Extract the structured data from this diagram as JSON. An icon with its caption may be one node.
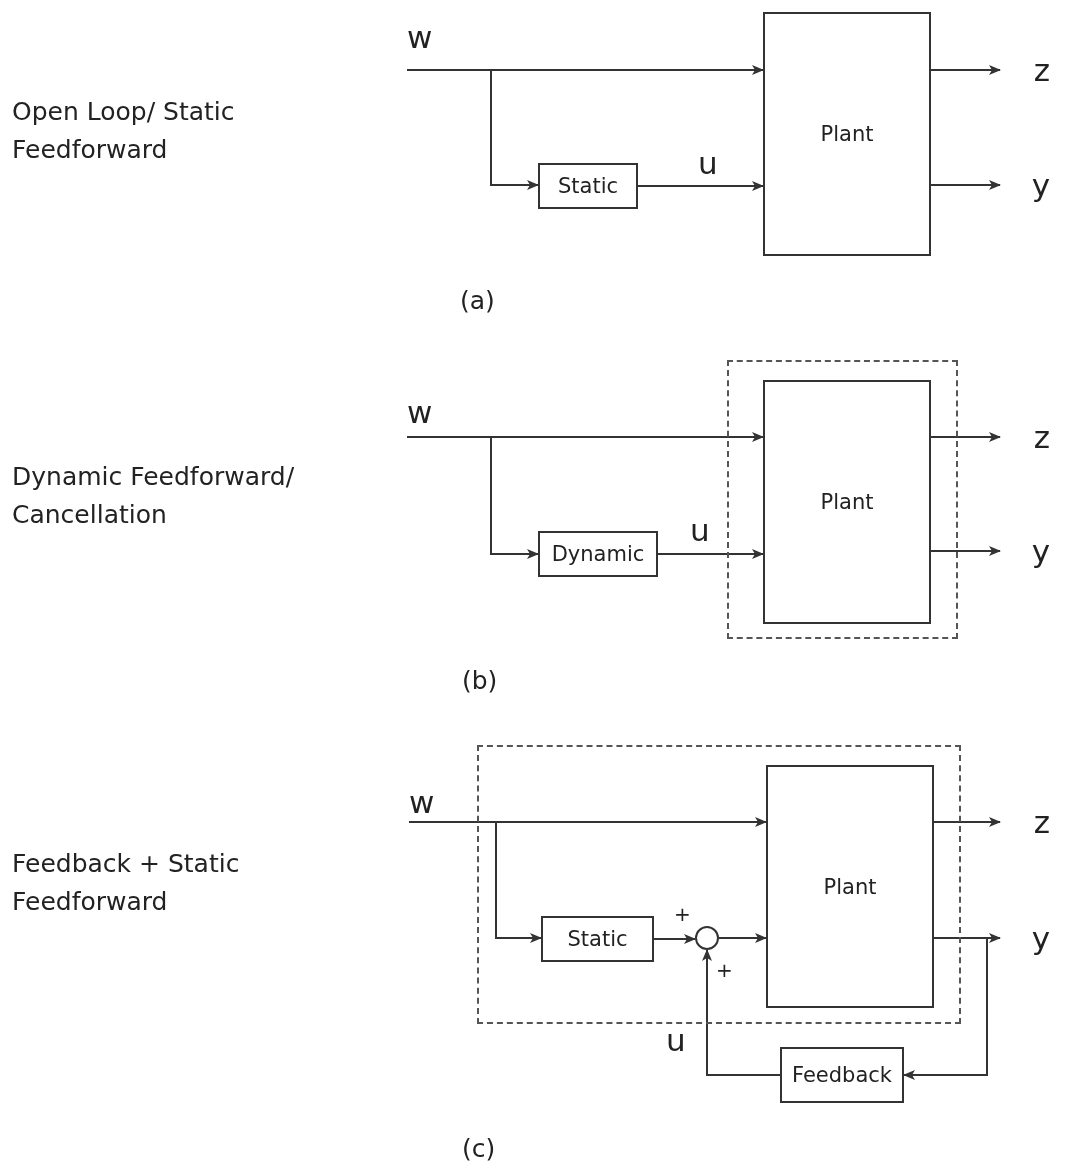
{
  "diagram": {
    "nodes": [
      {
        "text": [
          "w"
        ]
      },
      {
        "text": [
          "Static"
        ]
      },
      {
        "text": [
          "Plant"
        ]
      },
      {
        "text": [
          "z"
        ]
      },
      {
        "text": [
          "y"
        ]
      },
      {
        "text": [
          "w"
        ]
      },
      {
        "text": [
          "Dynamic"
        ]
      },
      {
        "text": [],
        "shape": "box"
      },
      {
        "text": [
          "Plant"
        ],
        "in": 7
      },
      {
        "text": [
          "z"
        ]
      },
      {
        "text": [
          "y"
        ]
      },
      {
        "text": [],
        "shape": "box"
      },
      {
        "text": [
          "w"
        ]
      },
      {
        "text": [
          "Static"
        ],
        "in": 11
      },
      {
        "text": [],
        "shape": "circle",
        "in": 11
      },
      {
        "text": [
          "Plant"
        ],
        "in": 11
      },
      {
        "text": [
          "z"
        ]
      },
      {
        "text": [
          "y"
        ]
      },
      {
        "text": [
          "Feedback"
        ]
      }
    ],
    "edges": [
      {
        "from": 0,
        "to": 2,
        "arrow": "to"
      },
      {
        "from": 0,
        "to": 1,
        "arrow": "to"
      },
      {
        "from": 1,
        "to": 2,
        "arrow": "to",
        "label": "u"
      },
      {
        "from": 2,
        "to": 3,
        "arrow": "to"
      },
      {
        "from": 2,
        "to": 4,
        "arrow": "to"
      },
      {
        "from": 5,
        "to": 8,
        "arrow": "to"
      },
      {
        "from": 5,
        "to": 6,
        "arrow": "to"
      },
      {
        "from": 6,
        "to": 8,
        "arrow": "to",
        "label": "u"
      },
      {
        "from": 8,
        "to": 9,
        "arrow": "to"
      },
      {
        "from": 8,
        "to": 10,
        "arrow": "to"
      },
      {
        "from": 12,
        "to": 15,
        "arrow": "to"
      },
      {
        "from": 12,
        "to": 13,
        "arrow": "to"
      },
      {
        "from": 13,
        "to": 14,
        "arrow": "to"
      },
      {
        "from": 14,
        "to": 15,
        "arrow": "to"
      },
      {
        "from": 15,
        "to": 17,
        "arrow": "to"
      },
      {
        "from": 15,
        "to": 18,
        "arrow": "to"
      },
      {
        "from": 18,
        "to": 14,
        "arrow": "to",
        "label": "u"
      },
      {
        "from": 15,
        "to": 16,
        "arrow": "to"
      }
    ],
    "labels": [
      "Open Loop/ Static Feedforward",
      "(a)",
      "Dynamic Feedforward/ Cancellation",
      "(b)",
      "Feedback + Static Feedforward",
      "+",
      "+",
      "(c)"
    ]
  }
}
